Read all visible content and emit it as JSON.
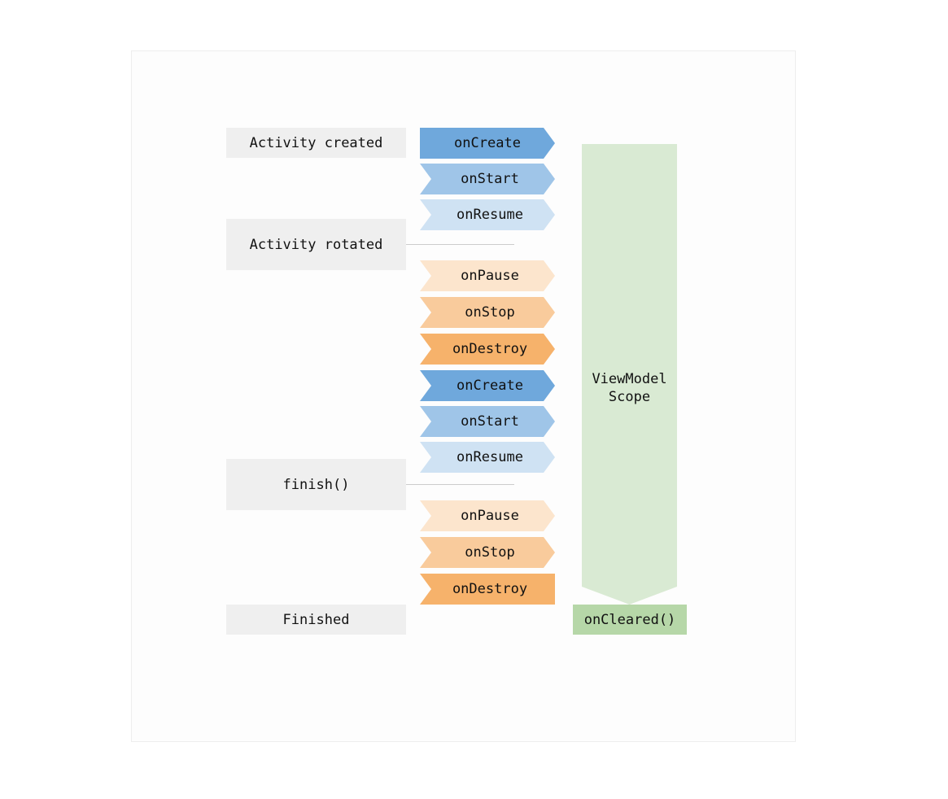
{
  "events": {
    "activity_created": "Activity created",
    "activity_rotated": "Activity rotated",
    "finish": "finish()",
    "finished": "Finished"
  },
  "lifecycle": {
    "steps": [
      {
        "label": "onCreate",
        "color": "#6fa8dc"
      },
      {
        "label": "onStart",
        "color": "#9fc5e8"
      },
      {
        "label": "onResume",
        "color": "#cfe2f3"
      },
      {
        "label": "onPause",
        "color": "#fce5cd"
      },
      {
        "label": "onStop",
        "color": "#f9cb9c"
      },
      {
        "label": "onDestroy",
        "color": "#f6b26b"
      },
      {
        "label": "onCreate",
        "color": "#6fa8dc"
      },
      {
        "label": "onStart",
        "color": "#9fc5e8"
      },
      {
        "label": "onResume",
        "color": "#cfe2f3"
      },
      {
        "label": "onPause",
        "color": "#fce5cd"
      },
      {
        "label": "onStop",
        "color": "#f9cb9c"
      },
      {
        "label": "onDestroy",
        "color": "#f6b26b"
      }
    ]
  },
  "scope": {
    "line1": "ViewModel",
    "line2": "Scope",
    "color": "#d9ead3"
  },
  "cleared": {
    "label": "onCleared()",
    "color": "#b6d7a8"
  }
}
